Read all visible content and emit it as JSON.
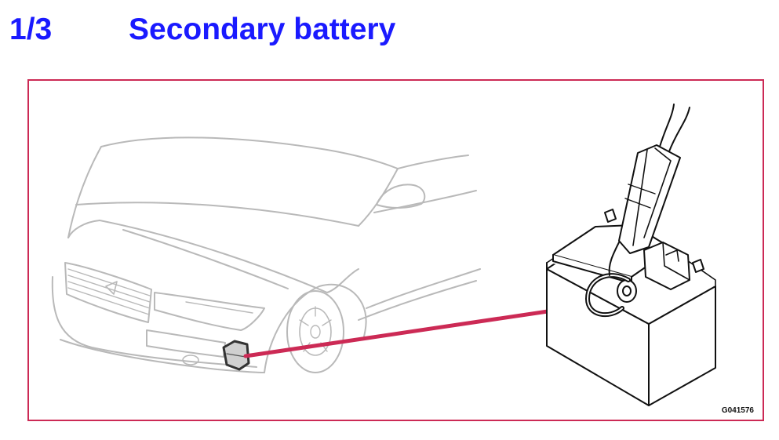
{
  "heading": {
    "step": "1/3",
    "title": "Secondary battery"
  },
  "figure": {
    "code": "G041576",
    "frame_color": "#cc2a55",
    "callout_color": "#cc2a55",
    "heading_color": "#1a1aff"
  },
  "illustration": {
    "car": "car-front-illustration",
    "component": "secondary-battery-illustration"
  }
}
